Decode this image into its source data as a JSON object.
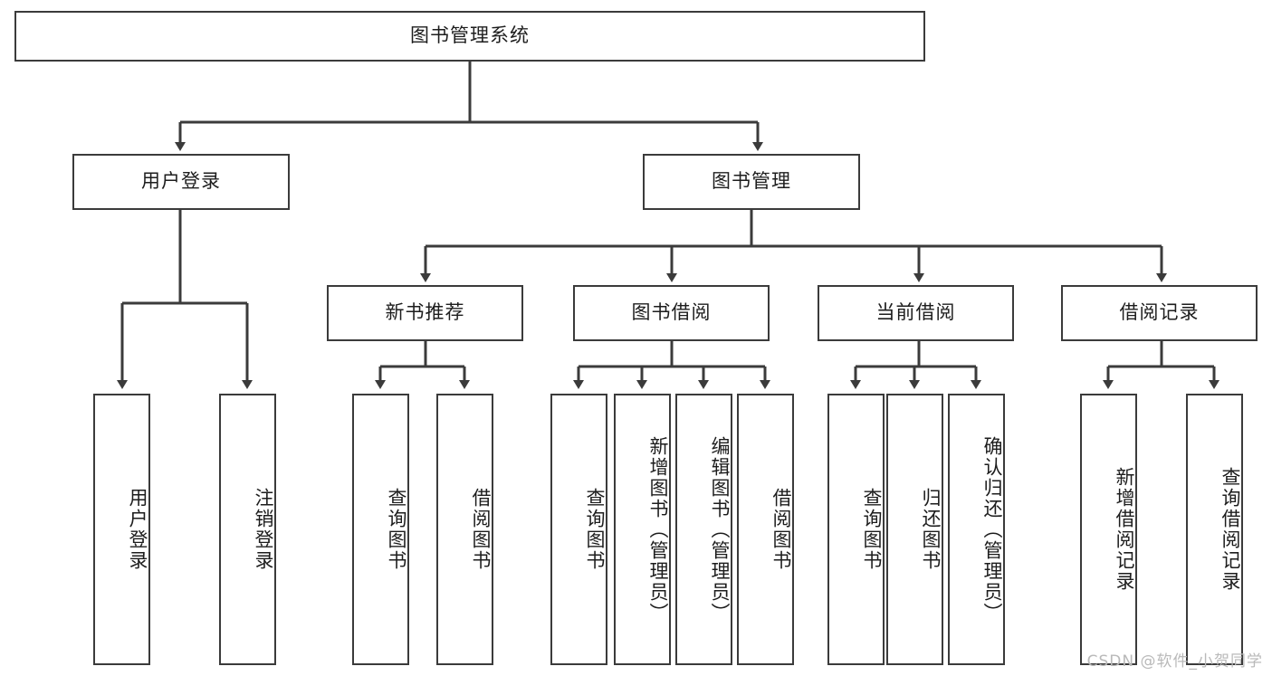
{
  "diagram": {
    "title": "图书管理系统",
    "watermark": "CSDN @软件_小贺同学",
    "colors": {
      "box_border": "#3b3b3b",
      "box_fill": "#ffffff",
      "connector": "#3b3b3b",
      "text": "#1d1d1d",
      "watermark": "#b9b9b9",
      "background": "#ffffff"
    },
    "levels": {
      "root": "图书管理系统",
      "level2": [
        "用户登录",
        "图书管理"
      ],
      "level3": [
        "新书推荐",
        "图书借阅",
        "当前借阅",
        "借阅记录"
      ]
    },
    "nodes": {
      "root": {
        "label": "图书管理系统"
      },
      "user_login": {
        "label": "用户登录"
      },
      "book_manage": {
        "label": "图书管理"
      },
      "new_book_rec": {
        "label": "新书推荐"
      },
      "book_borrow": {
        "label": "图书借阅"
      },
      "current_borrow": {
        "label": "当前借阅"
      },
      "borrow_record": {
        "label": "借阅记录"
      },
      "leaf_user_login": {
        "label": "用户登录"
      },
      "leaf_logout": {
        "label": "注销登录"
      },
      "leaf_query_book_1": {
        "label": "查询图书"
      },
      "leaf_borrow_book_1": {
        "label": "借阅图书"
      },
      "leaf_query_book_2": {
        "label": "查询图书"
      },
      "leaf_add_book": {
        "label": "新增图书（管理员）"
      },
      "leaf_edit_book": {
        "label": "编辑图书（管理员）"
      },
      "leaf_borrow_book_2": {
        "label": "借阅图书"
      },
      "leaf_query_book_3": {
        "label": "查询图书"
      },
      "leaf_return_book": {
        "label": "归还图书"
      },
      "leaf_confirm_return": {
        "label": "确认归还（管理员）"
      },
      "leaf_add_record": {
        "label": "新增借阅记录"
      },
      "leaf_query_record": {
        "label": "查询借阅记录"
      }
    }
  }
}
